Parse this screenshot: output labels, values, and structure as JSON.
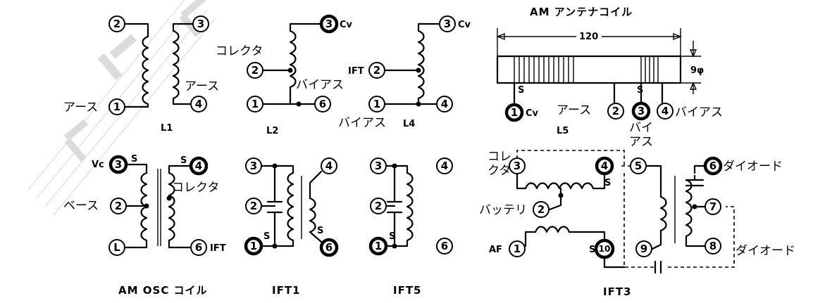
{
  "title": "AM アンテナコイル",
  "watermark": "",
  "captions": {
    "osc": "AM OSC コイル",
    "l1": "L1",
    "l2": "L2",
    "l4": "L4",
    "l5": "L5",
    "ift1": "IFT1",
    "ift5": "IFT5",
    "ift3": "IFT3"
  },
  "labels": {
    "earth": "アース",
    "collector": "コレクタ",
    "bias": "バイアス",
    "bias_l5_a": "バイ",
    "bias_l5_b": "アス",
    "base": "ベース",
    "collector_a": "コレ",
    "collector_b": "クタ",
    "battery": "バッテリ",
    "diode": "ダイオード",
    "cv": "Cv",
    "ift": "IFT",
    "vc": "Vc",
    "s": "S",
    "af": "AF",
    "dim_len": "120",
    "dim_dia": "9φ"
  },
  "pins": {
    "l1": [
      "2",
      "3",
      "1",
      "4"
    ],
    "l2": [
      "3",
      "2",
      "1",
      "6"
    ],
    "l4": [
      "3",
      "2",
      "1",
      "4"
    ],
    "l5": [
      "1",
      "2",
      "3",
      "4"
    ],
    "osc": [
      "3",
      "4",
      "2",
      "L",
      "6"
    ],
    "ift1": [
      "3",
      "4",
      "2",
      "1",
      "6"
    ],
    "ift5": [
      "3",
      "4",
      "2",
      "1",
      "6"
    ],
    "ift3": [
      "3",
      "4",
      "5",
      "6",
      "2",
      "7",
      "1",
      "10",
      "9",
      "8"
    ]
  }
}
